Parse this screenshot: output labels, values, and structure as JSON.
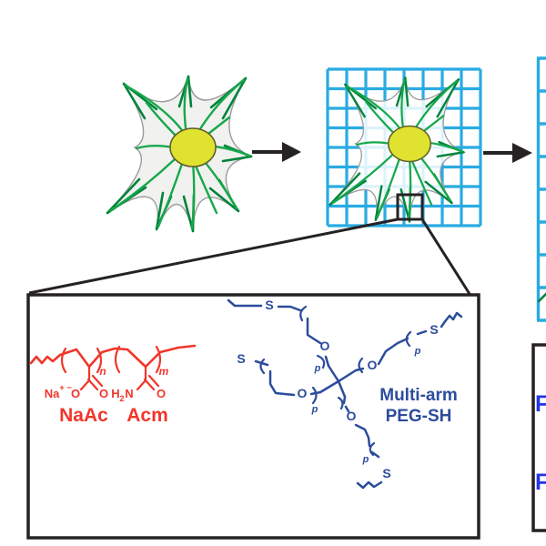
{
  "figure_type": "scientific schematic: astrocyte cell encapsulated in polymer grid with chemistry inset",
  "palette": {
    "red": "#f1362a",
    "navy": "#2c4c9c",
    "bright_blue": "#2136e6",
    "cyan": "#29abe2",
    "green": "#16a84b",
    "dark_green": "#00843c",
    "yellow": "#dfe330",
    "black": "#262223",
    "cell_body": "#f1f1ef",
    "body_stroke": "#9b9b9b"
  },
  "inset": {
    "red_polymer": {
      "label_monomer1": "NaAc",
      "label_monomer2": "Acm",
      "atom_na": "Na",
      "sup_plus": "+",
      "sup_minus": "−",
      "atom_o_carboxylate": "O",
      "atom_o_double1": "O",
      "amide_h": "H",
      "amide_sub2": "2",
      "amide_n": "N",
      "atom_o_double2": "O",
      "sub_n": "n",
      "sub_m": "m"
    },
    "peg": {
      "name_line1": "Multi-arm",
      "name_line2": "PEG-SH",
      "atom_s": "S",
      "atom_o": "O",
      "sub_p": "p"
    }
  },
  "legend_panel": {
    "label_f1": "F",
    "label_f2": "F"
  }
}
